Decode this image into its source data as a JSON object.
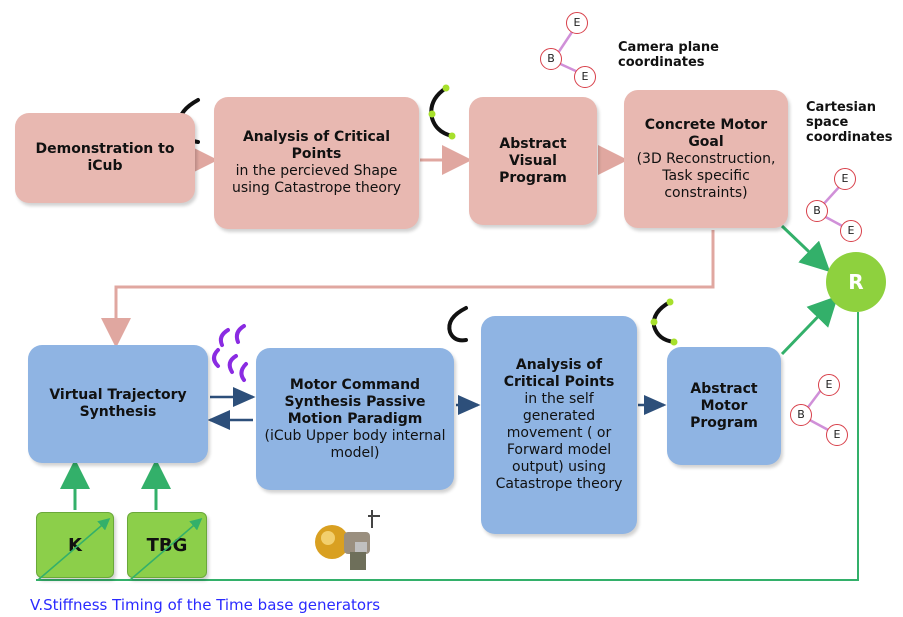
{
  "boxes": {
    "demo": "Demonstration to iCub",
    "analysis_title": "Analysis of Critical Points",
    "analysis_rest": "in the percieved Shape using Catastrope theory",
    "avp": "Abstract Visual Program",
    "cmg_title": "Concrete Motor Goal",
    "cmg_rest": "(3D Reconstruction, Task specific constraints)",
    "vts": "Virtual Trajectory Synthesis",
    "mcs_title": "Motor Command Synthesis Passive Motion Paradigm",
    "mcs_rest": "(iCub Upper body internal model)",
    "acp_title": "Analysis of Critical Points",
    "acp_rest": "in the self generated movement ( or Forward model output) using Catastrope theory",
    "amp": "Abstract Motor Program",
    "k": "K",
    "tbg": "TBG"
  },
  "labels": {
    "camera": "Camera plane coordinates",
    "cartesian": "Cartesian space coordinates",
    "r": "R",
    "caption": "V.Stiffness  Timing of the  Time base generators"
  },
  "nodes": {
    "b": "B",
    "e": "E"
  },
  "colors": {
    "pink_box": "#e8b8b1",
    "blue_box": "#8fb4e3",
    "green": "#8ccf4a",
    "pink_arrow": "#e0a7a0",
    "blue_arrow": "#2d4f7a",
    "green_arrow": "#33b06a",
    "caption": "#2a2aff"
  }
}
